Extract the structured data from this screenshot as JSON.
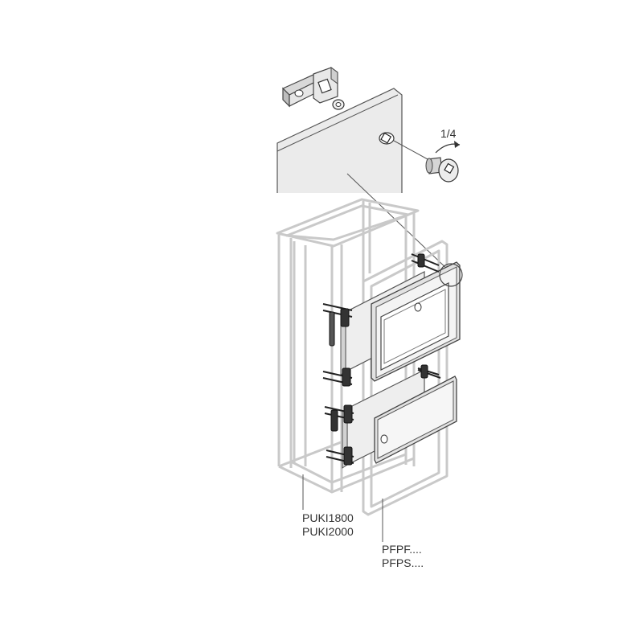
{
  "labels": {
    "rotation": "1/4",
    "puki": [
      "PUKI1800",
      "PUKI2000"
    ],
    "pfp": [
      "PFPF....",
      "PFPS...."
    ]
  },
  "colors": {
    "line": "#555555",
    "frame_light": "#c9c9c9",
    "panel_fill": "#ebebeb",
    "plate_fill": "#e2e2e2",
    "hardware_dark": "#222222",
    "background": "#ffffff"
  }
}
